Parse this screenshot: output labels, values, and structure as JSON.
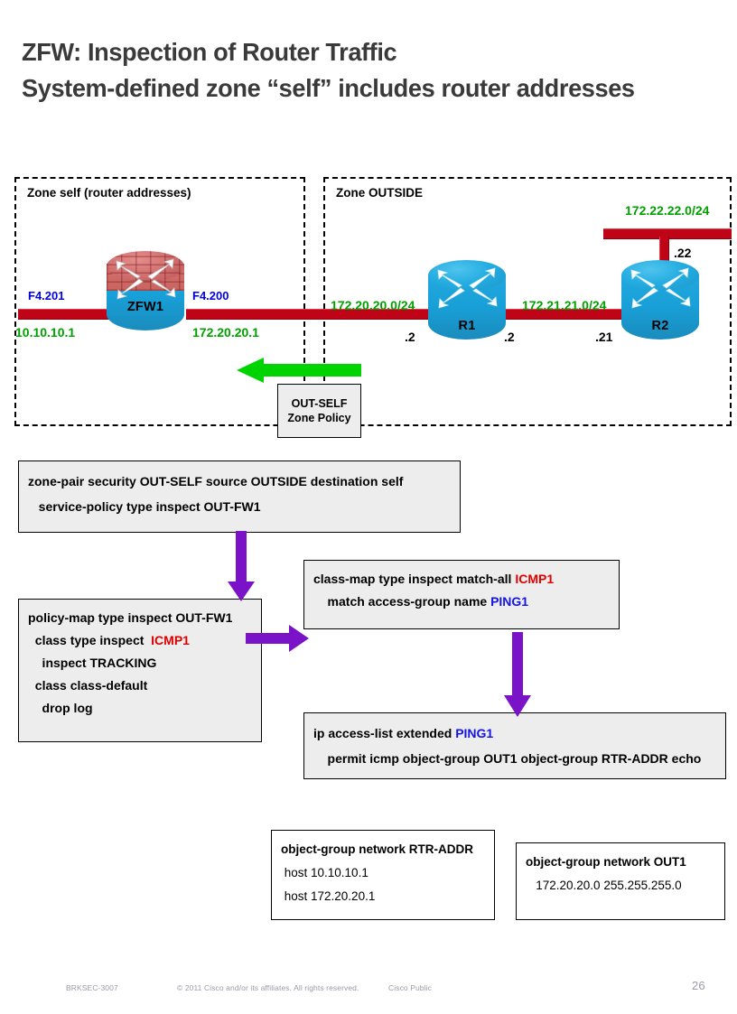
{
  "slide": {
    "title_line1": "ZFW: Inspection of Router Traffic",
    "title_line2": "System-defined zone “self” includes router addresses"
  },
  "colors": {
    "link_red": "#C00418",
    "router_blue": "#18A0D8",
    "firewall_brick": "#C9645F",
    "network_green": "#00A000",
    "interface_blue": "#0000E8",
    "flow_green": "#00D400",
    "flow_purple": "#7A12C8",
    "highlight_red": "#E00000",
    "highlight_blue": "#1414E8",
    "box_fill": "#EDEDED"
  },
  "diagram": {
    "zones": [
      {
        "name": "zone-self",
        "label": "Zone self  (router addresses)"
      },
      {
        "name": "zone-outside",
        "label": "Zone OUTSIDE"
      }
    ],
    "devices": [
      {
        "name": "zfw1",
        "label": "ZFW1",
        "type": "firewall-router"
      },
      {
        "name": "r1",
        "label": "R1",
        "type": "router"
      },
      {
        "name": "r2",
        "label": "R2",
        "type": "router"
      }
    ],
    "interface_labels": [
      {
        "name": "zfw1-inside-interface",
        "text": "F4.201"
      },
      {
        "name": "zfw1-outside-interface",
        "text": "F4.200"
      }
    ],
    "ip_labels": [
      {
        "name": "zfw1-inside-ip",
        "text": "10.10.10.1"
      },
      {
        "name": "zfw1-outside-ip",
        "text": "172.20.20.1"
      }
    ],
    "network_labels": [
      {
        "name": "network-172-20-20",
        "text": "172.20.20.0/24"
      },
      {
        "name": "network-172-21-21",
        "text": "172.21.21.0/24"
      },
      {
        "name": "network-172-22-22",
        "text": "172.22.22.0/24"
      }
    ],
    "host_octets": [
      {
        "name": "r1-left-octet",
        "text": ".2"
      },
      {
        "name": "r1-right-octet",
        "text": ".2"
      },
      {
        "name": "r2-left-octet",
        "text": ".21"
      },
      {
        "name": "r2-top-octet",
        "text": ".22"
      }
    ],
    "zone_policy_box": {
      "line1": "OUT-SELF",
      "line2": "Zone Policy"
    },
    "traffic_arrow": {
      "name": "traffic-direction-arrow",
      "direction": "left",
      "color": "#00D400"
    }
  },
  "config_boxes": {
    "zone_pair": {
      "name": "zone-pair-config",
      "rows": [
        {
          "segments": [
            {
              "text": "zone-pair security OUT-SELF source OUTSIDE destination self"
            }
          ]
        },
        {
          "segments": [
            {
              "text": "   service-policy type inspect OUT-FW1"
            }
          ]
        }
      ]
    },
    "policy_map": {
      "name": "policy-map-config",
      "rows": [
        {
          "segments": [
            {
              "text": "policy-map type inspect OUT-FW1"
            }
          ]
        },
        {
          "segments": [
            {
              "text": "  class type inspect  "
            },
            {
              "text": "ICMP1",
              "color": "red"
            }
          ]
        },
        {
          "segments": [
            {
              "text": "    inspect TRACKING"
            }
          ]
        },
        {
          "segments": [
            {
              "text": "  class class-default"
            }
          ]
        },
        {
          "segments": [
            {
              "text": "    drop log"
            }
          ]
        }
      ]
    },
    "class_map": {
      "name": "class-map-config",
      "rows": [
        {
          "segments": [
            {
              "text": "class-map type inspect match-all "
            },
            {
              "text": "ICMP1",
              "color": "red"
            }
          ]
        },
        {
          "segments": [
            {
              "text": "    match access-group name "
            },
            {
              "text": "PING1",
              "color": "blue"
            }
          ]
        }
      ]
    },
    "access_list": {
      "name": "access-list-config",
      "rows": [
        {
          "segments": [
            {
              "text": "ip access-list extended "
            },
            {
              "text": "PING1",
              "color": "blue"
            }
          ]
        },
        {
          "segments": [
            {
              "text": "    permit icmp object-group OUT1 object-group RTR-ADDR echo"
            }
          ]
        }
      ]
    },
    "object_group_rtr": {
      "name": "object-group-rtr-addr-config",
      "rows": [
        {
          "segments": [
            {
              "text": "object-group network RTR-ADDR"
            }
          ]
        },
        {
          "sub": true,
          "segments": [
            {
              "text": " host 10.10.10.1"
            }
          ]
        },
        {
          "sub": true,
          "segments": [
            {
              "text": " host 172.20.20.1"
            }
          ]
        }
      ]
    },
    "object_group_out1": {
      "name": "object-group-out1-config",
      "rows": [
        {
          "segments": [
            {
              "text": "object-group network OUT1"
            }
          ]
        },
        {
          "sub": true,
          "segments": [
            {
              "text": "   172.20.20.0 255.255.255.0"
            }
          ]
        }
      ]
    }
  },
  "footer": {
    "session_code": "BRKSEC-3007",
    "copyright": "© 2011 Cisco and/or its affiliates. All rights reserved.",
    "classification": "Cisco Public",
    "page_number": "26"
  }
}
